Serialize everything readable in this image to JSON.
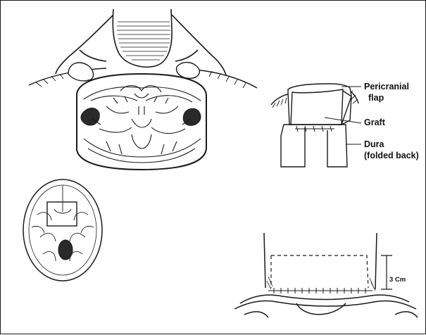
{
  "labels": {
    "pericranial_line1": "Pericranial",
    "pericranial_line2": "flap",
    "graft": "Graft",
    "dura_line1": "Dura",
    "dura_line2": "(folded back)",
    "measure": "3 Cm"
  },
  "colors": {
    "ink": "#1a1a1a",
    "dark_fill": "#2a2a2a",
    "border": "#1a1a1a",
    "background": "#ffffff"
  }
}
